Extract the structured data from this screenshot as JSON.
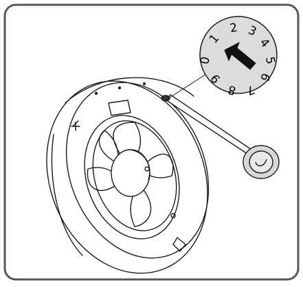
{
  "dial": {
    "numbers": [
      "0",
      "1",
      "2",
      "3",
      "4",
      "5",
      "6",
      "7",
      "8",
      "9"
    ]
  },
  "colors": {
    "frame": "#4a5a6a",
    "line": "#1a1a1a",
    "dial_fill": "#dcdcdc",
    "arrow": "#111111",
    "background": "#ffffff"
  }
}
